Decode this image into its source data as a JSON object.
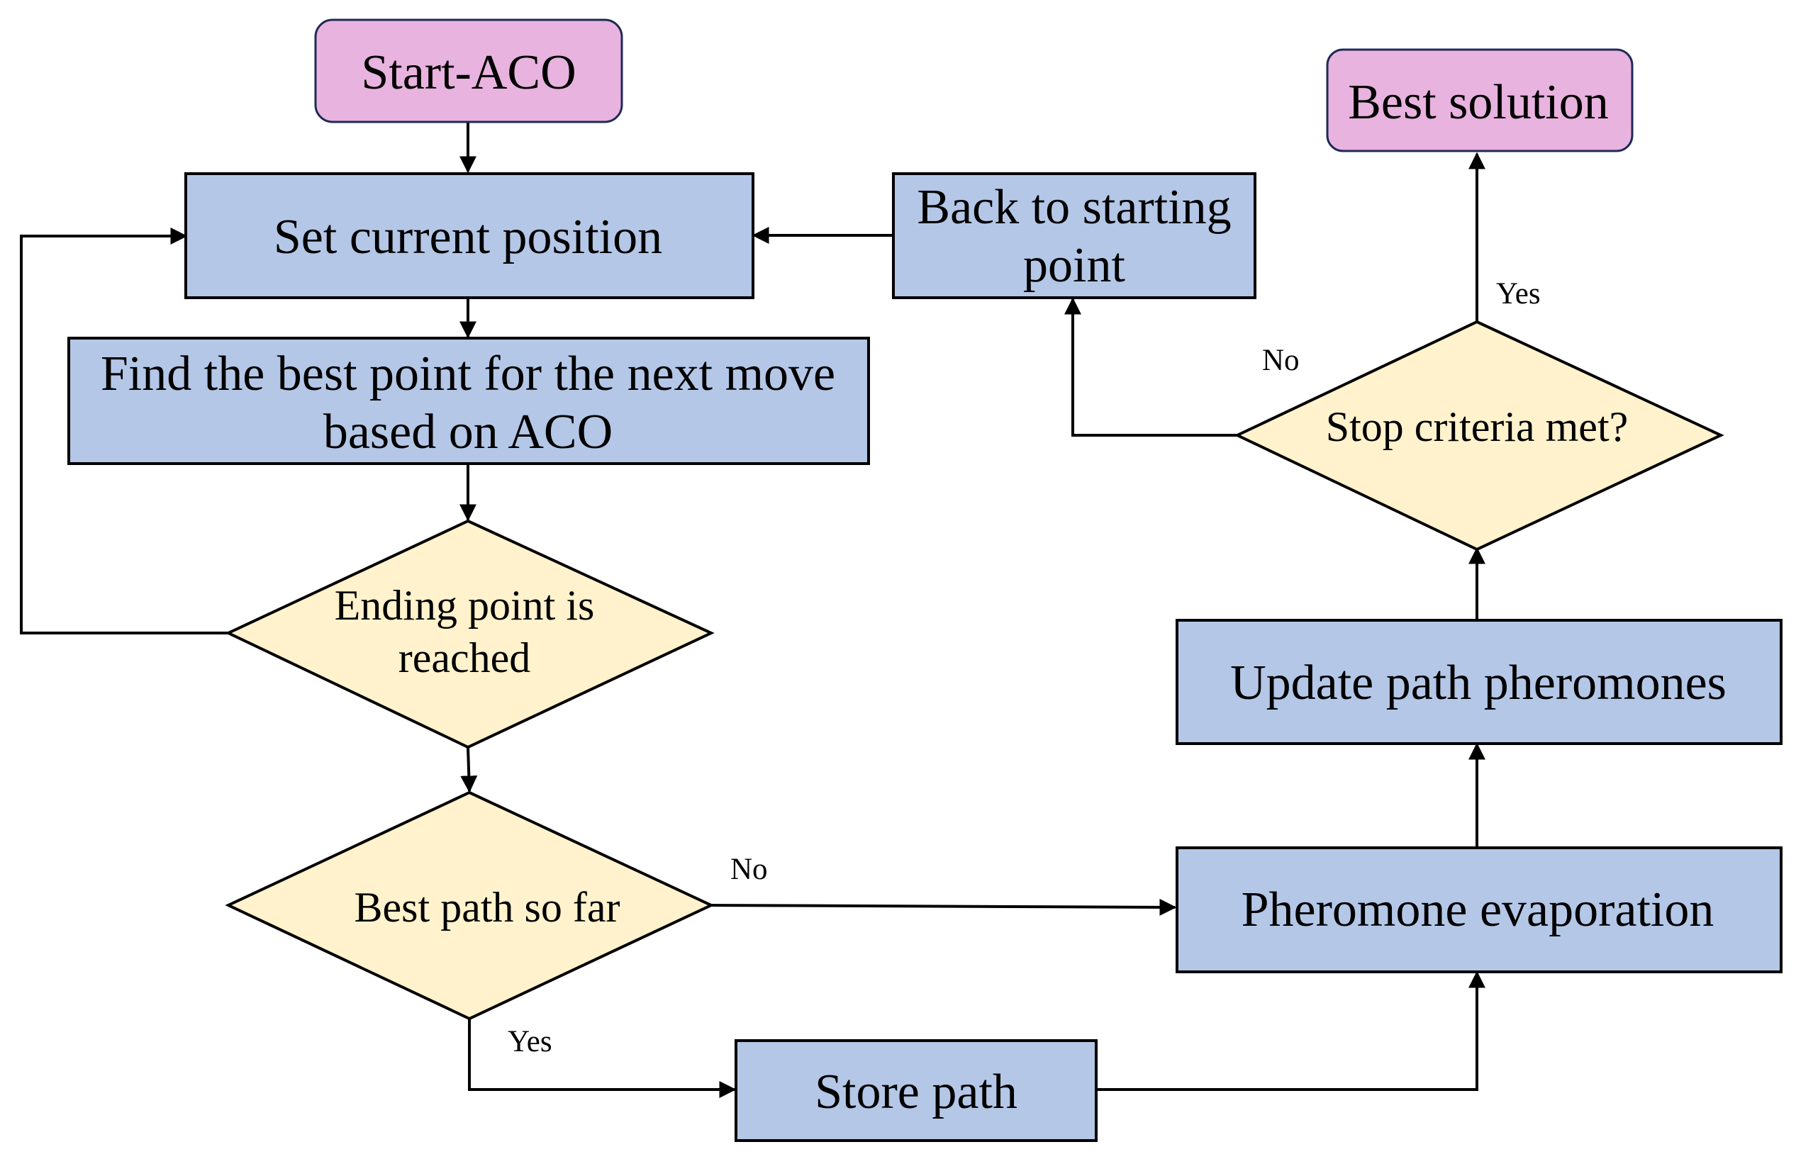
{
  "colors": {
    "process_fill": "#B4C7E7",
    "decision_fill": "#FFF2CC",
    "terminal_fill": "#E8B3DE",
    "stroke": "#000000"
  },
  "nodes": {
    "start": "Start-ACO",
    "set_position": "Set current position",
    "find_best_line1": "Find the best point for the next move",
    "find_best_line2": "based on ACO",
    "ending_line1": "Ending point is",
    "ending_line2": "reached",
    "best_path": "Best path so far",
    "store_path": "Store path",
    "evaporation": "Pheromone evaporation",
    "update": "Update path pheromones",
    "stop_criteria": "Stop criteria met?",
    "back_line1": "Back to starting",
    "back_line2": "point",
    "best_solution": "Best solution"
  },
  "edge_labels": {
    "best_path_no": "No",
    "best_path_yes": "Yes",
    "stop_no": "No",
    "stop_yes": "Yes"
  }
}
